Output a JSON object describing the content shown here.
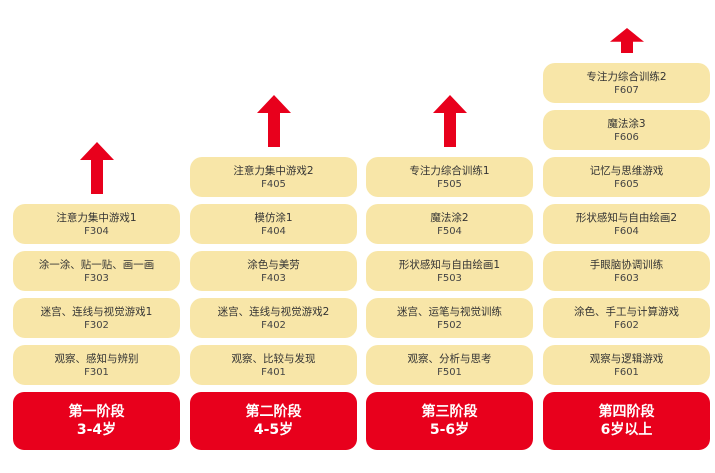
{
  "colors": {
    "card": "#f8e6a8",
    "stage": "#e8001c",
    "arrow": "#e8001c"
  },
  "stages": [
    {
      "name": "第一阶段",
      "age": "3-4岁",
      "courses": [
        {
          "name": "观察、感知与辨别",
          "code": "F301"
        },
        {
          "name": "迷宫、连线与视觉游戏1",
          "code": "F302"
        },
        {
          "name": "涂一涂、贴一贴、画一画",
          "code": "F303"
        },
        {
          "name": "注意力集中游戏1",
          "code": "F304"
        }
      ]
    },
    {
      "name": "第二阶段",
      "age": "4-5岁",
      "courses": [
        {
          "name": "观察、比较与发现",
          "code": "F401"
        },
        {
          "name": "迷宫、连线与视觉游戏2",
          "code": "F402"
        },
        {
          "name": "涂色与美劳",
          "code": "F403"
        },
        {
          "name": "模仿涂1",
          "code": "F404"
        },
        {
          "name": "注意力集中游戏2",
          "code": "F405"
        }
      ]
    },
    {
      "name": "第三阶段",
      "age": "5-6岁",
      "courses": [
        {
          "name": "观察、分析与思考",
          "code": "F501"
        },
        {
          "name": "迷宫、运笔与视觉训练",
          "code": "F502"
        },
        {
          "name": "形状感知与自由绘画1",
          "code": "F503"
        },
        {
          "name": "魔法涂2",
          "code": "F504"
        },
        {
          "name": "专注力综合训练1",
          "code": "F505"
        }
      ]
    },
    {
      "name": "第四阶段",
      "age": "6岁以上",
      "courses": [
        {
          "name": "观察与逻辑游戏",
          "code": "F601"
        },
        {
          "name": "涂色、手工与计算游戏",
          "code": "F602"
        },
        {
          "name": "手眼脑协调训练",
          "code": "F603"
        },
        {
          "name": "形状感知与自由绘画2",
          "code": "F604"
        },
        {
          "name": "记忆与思维游戏",
          "code": "F605"
        },
        {
          "name": "魔法涂3",
          "code": "F606"
        },
        {
          "name": "专注力综合训练2",
          "code": "F607"
        }
      ]
    }
  ]
}
